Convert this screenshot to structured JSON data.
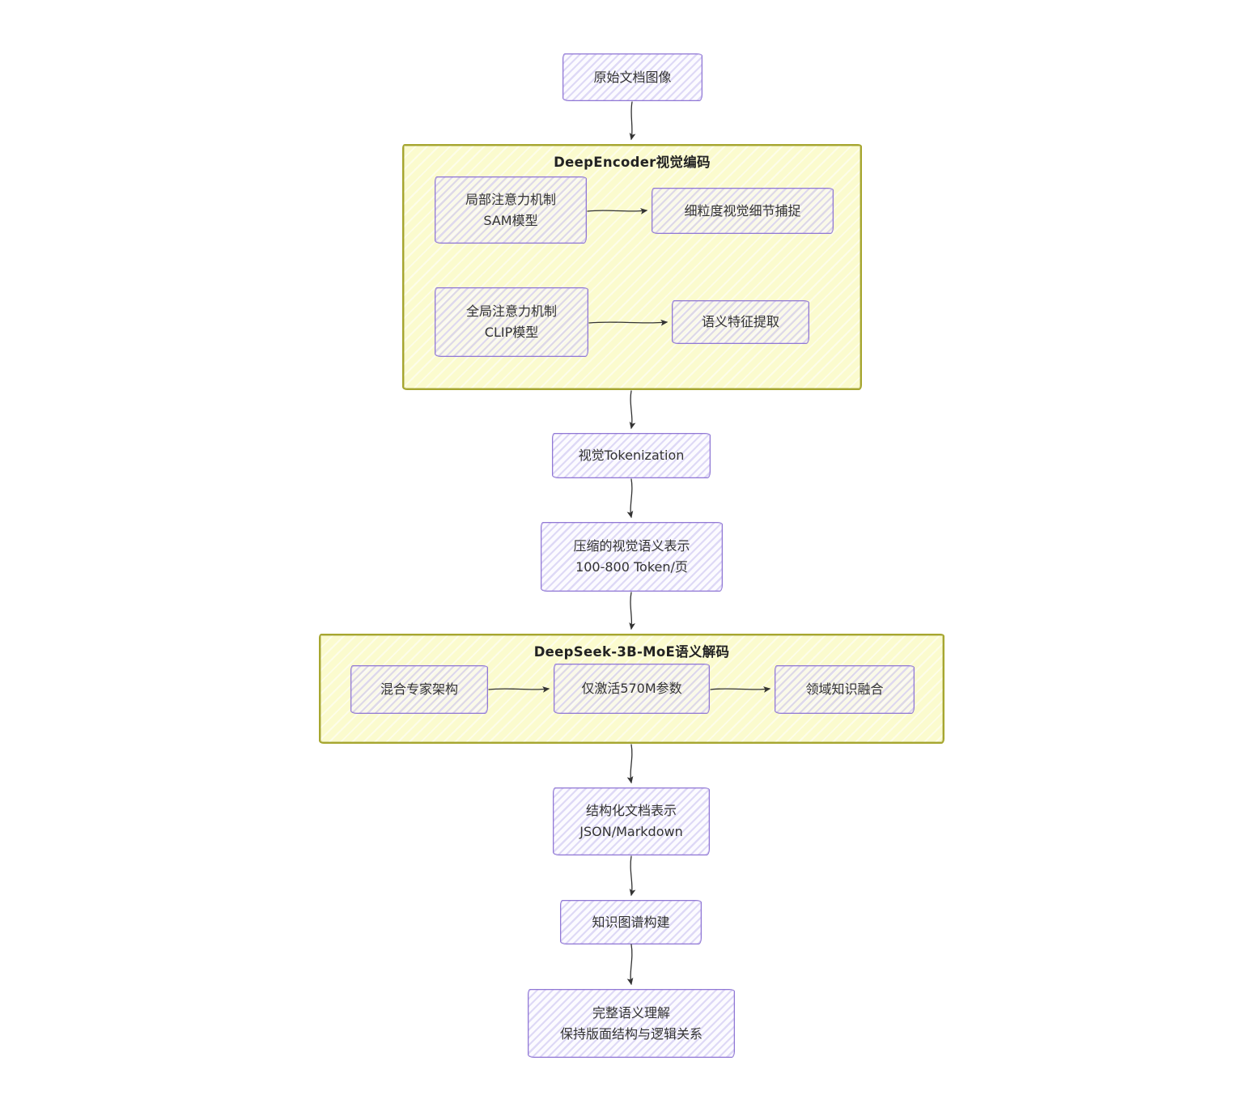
{
  "diagram": {
    "type": "flowchart-top-down",
    "style": "hand-drawn-mermaid",
    "colors": {
      "background": "#ffffff",
      "node_fill": "#ececff",
      "node_border": "#9370db",
      "cluster_fill": "#fbfbce",
      "cluster_border": "#aaaa33",
      "text": "#333333",
      "arrow": "#333333"
    },
    "clusters": {
      "encoder": {
        "title": "DeepEncoder视觉编码"
      },
      "decoder": {
        "title": "DeepSeek-3B-MoE语义解码"
      }
    },
    "nodes": {
      "original": {
        "label": "原始文档图像"
      },
      "sam": {
        "line1": "局部注意力机制",
        "line2": "SAM模型"
      },
      "fine": {
        "label": "细粒度视觉细节捕捉"
      },
      "clip": {
        "line1": "全局注意力机制",
        "line2": "CLIP模型"
      },
      "semantic": {
        "label": "语义特征提取"
      },
      "tokenization": {
        "label": "视觉Tokenization"
      },
      "compressed": {
        "line1": "压缩的视觉语义表示",
        "line2": "100-800 Token/页"
      },
      "moe": {
        "label": "混合专家架构"
      },
      "active": {
        "label": "仅激活570M参数"
      },
      "domain": {
        "label": "领域知识融合"
      },
      "structured": {
        "line1": "结构化文档表示",
        "line2": "JSON/Markdown"
      },
      "knowledge": {
        "label": "知识图谱构建"
      },
      "complete": {
        "line1": "完整语义理解",
        "line2": "保持版面结构与逻辑关系"
      }
    },
    "edges": [
      {
        "from": "原始文档图像",
        "to": "DeepEncoder视觉编码"
      },
      {
        "from": "局部注意力机制 SAM模型",
        "to": "细粒度视觉细节捕捉"
      },
      {
        "from": "全局注意力机制 CLIP模型",
        "to": "语义特征提取"
      },
      {
        "from": "DeepEncoder视觉编码",
        "to": "视觉Tokenization"
      },
      {
        "from": "视觉Tokenization",
        "to": "压缩的视觉语义表示 100-800 Token/页"
      },
      {
        "from": "压缩的视觉语义表示 100-800 Token/页",
        "to": "DeepSeek-3B-MoE语义解码"
      },
      {
        "from": "混合专家架构",
        "to": "仅激活570M参数"
      },
      {
        "from": "仅激活570M参数",
        "to": "领域知识融合"
      },
      {
        "from": "DeepSeek-3B-MoE语义解码",
        "to": "结构化文档表示 JSON/Markdown"
      },
      {
        "from": "结构化文档表示 JSON/Markdown",
        "to": "知识图谱构建"
      },
      {
        "from": "知识图谱构建",
        "to": "完整语义理解 保持版面结构与逻辑关系"
      }
    ]
  }
}
